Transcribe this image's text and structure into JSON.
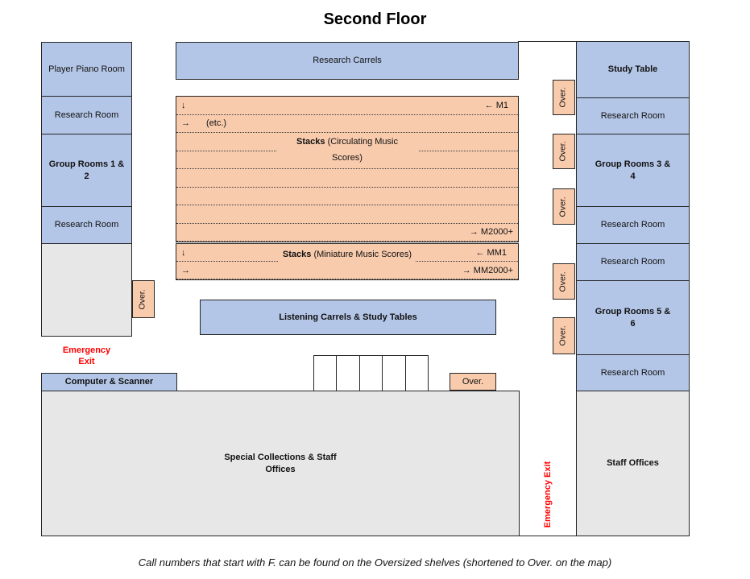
{
  "page_title": "Second Floor",
  "footnote": "Call numbers that start with F. can be found on the Oversized shelves (shortened to Over. on the map)",
  "colors": {
    "room_blue": "#b4c6e7",
    "shelf_orange": "#f8cbad",
    "area_grey": "#e8e7e7",
    "border_dark": "#262626",
    "emergency_red": "#ff0000"
  },
  "labels": {
    "over_shelf": "Over.",
    "emergency_exit": "Emergency Exit"
  },
  "left_wing": {
    "rooms": [
      "Player Piano Room",
      "Research Room",
      "Group Rooms 1 & 2",
      "Research Room"
    ]
  },
  "right_wing": {
    "rooms": [
      "Study Table",
      "Research Room",
      "Group Rooms 3 & 4",
      "Research Room",
      "Research Room",
      "Group Rooms 5 & 6",
      "Research Room",
      "Staff Offices"
    ]
  },
  "areas": {
    "research_carrels": "Research Carrels",
    "listening_carrels": "Listening Carrels & Study Tables",
    "computer_scanner": "Computer & Scanner",
    "special_collections": "Special Collections & Staff Offices"
  },
  "stacks_circulating": {
    "name": "Stacks",
    "name_detail": "(Circulating Music Scores)",
    "arrow_down": "↓",
    "arrow_right": "→",
    "etc": "(etc.)",
    "range_start": "← M1",
    "range_end": "→ M2000+"
  },
  "stacks_miniature": {
    "name": "Stacks",
    "name_detail": "(Miniature Music Scores)",
    "arrow_down": "↓",
    "arrow_right": "→",
    "range_start": "← MM1",
    "range_end": "→ MM2000+"
  },
  "carrel_row": {
    "cells": 5
  }
}
